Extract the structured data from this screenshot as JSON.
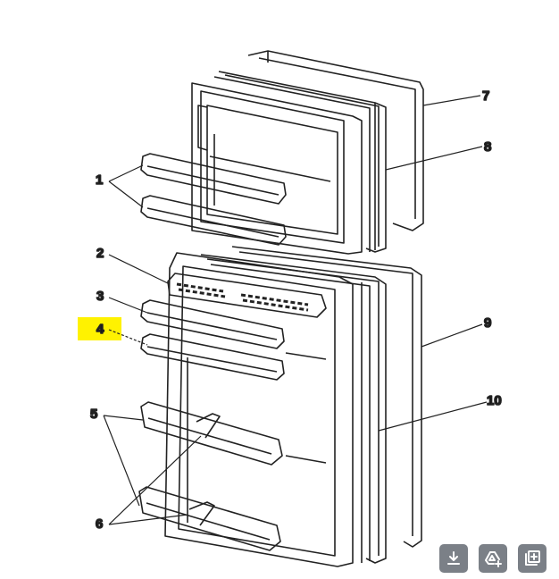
{
  "diagram": {
    "labels": [
      "1",
      "2",
      "3",
      "4",
      "5",
      "6",
      "7",
      "8",
      "9",
      "10"
    ],
    "highlighted_label": "4",
    "highlight_color": "#fff200"
  },
  "toolbar": {
    "buttons": [
      {
        "name": "download",
        "icon": "download-icon"
      },
      {
        "name": "google-lens",
        "icon": "lens-shape-icon"
      },
      {
        "name": "add-to-collection",
        "icon": "add-collection-icon"
      }
    ],
    "button_color": "#7b8087"
  }
}
